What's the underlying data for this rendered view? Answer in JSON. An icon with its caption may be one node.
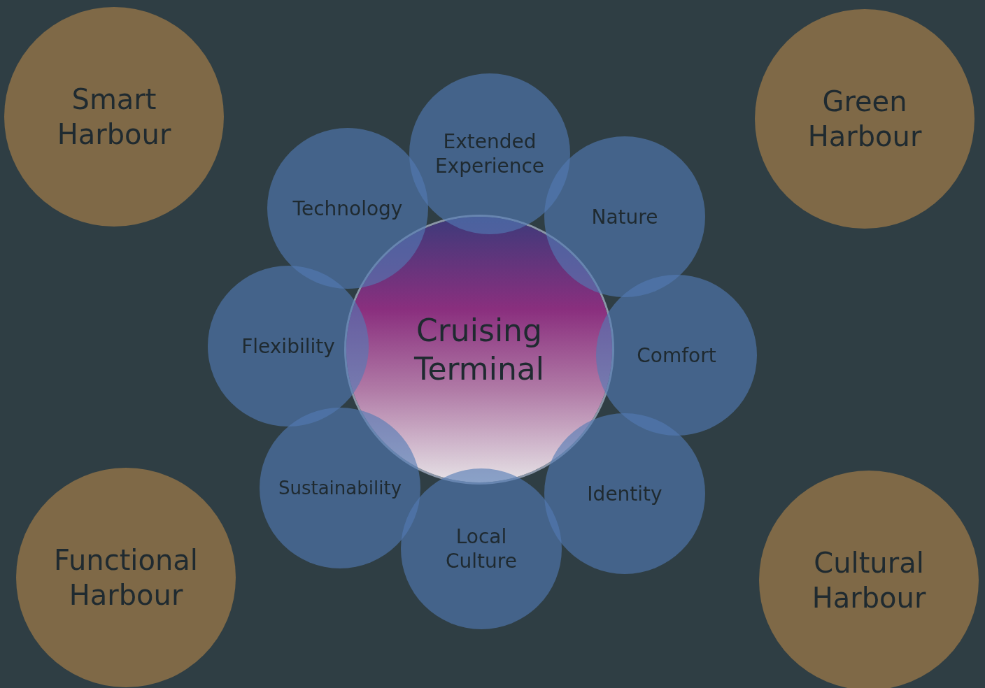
{
  "diagram": {
    "nodes": [
      {
        "text": [
          "Smart Harbour"
        ]
      },
      {
        "text": [
          "Green Harbour"
        ]
      },
      {
        "text": [
          "Extended Experience"
        ]
      },
      {
        "text": [
          "Technology"
        ]
      },
      {
        "text": [
          "Nature"
        ]
      },
      {
        "text": [
          "Cruising Terminal"
        ]
      },
      {
        "text": [
          "Flexibility"
        ]
      },
      {
        "text": [
          "Comfort"
        ]
      },
      {
        "text": [
          "Sustainability"
        ]
      },
      {
        "text": [
          "Identity"
        ]
      },
      {
        "text": [
          "Local Culture"
        ]
      },
      {
        "text": [
          "Functional Harbour"
        ]
      },
      {
        "text": [
          "Cultural Harbour"
        ]
      }
    ]
  }
}
